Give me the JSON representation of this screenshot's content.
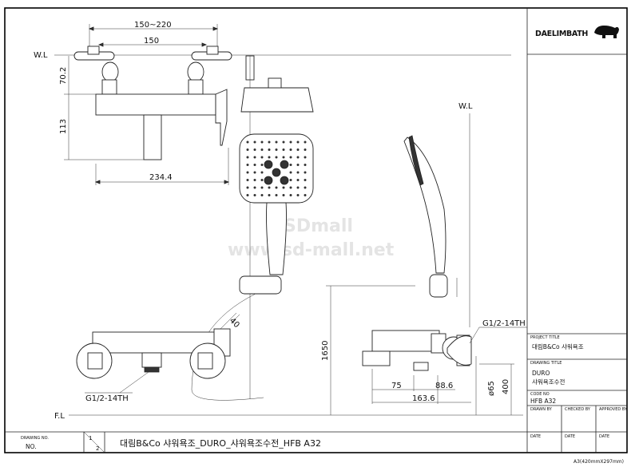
{
  "brand": {
    "logo_text": "DAELIMBATH"
  },
  "watermark": {
    "line1": "SDmall",
    "line2": "www.sd-mall.net"
  },
  "labels": {
    "wl_left": "W.L",
    "wl_right": "W.L",
    "fl": "F.L",
    "thread_left": "G1/2-14TH",
    "thread_right": "G1/2-14TH"
  },
  "dimensions": {
    "spacing_range": "150~220",
    "spacing": "150",
    "height_top": "70.2",
    "height_body": "113",
    "width_body": "234.4",
    "angle_dim": "40",
    "height_floor": "1650",
    "depth_75": "75",
    "depth_88": "88.6",
    "depth_total": "163.6",
    "dia_65": "ø65",
    "height_400": "400"
  },
  "title_block": {
    "project_title_label": "PROJECT TITLE",
    "project_title": "대림B&Co 샤워욕조",
    "drawing_title_label": "DRAWING TITLE",
    "drawing_title_line1": "DURO",
    "drawing_title_line2": "샤워욕조수전",
    "code_no_label": "CODE NO",
    "code_no": "HFB A32",
    "drawn_by": "DRAWN BY",
    "checked_by": "CHECKED BY",
    "approved_by": "APPROVED BY",
    "date1": "DATE",
    "date2": "DATE",
    "date3": "DATE"
  },
  "bottom_bar": {
    "drawing_no_label": "DRAWING NO.",
    "drawing_no": "NO.",
    "scale_top": "1",
    "scale_bottom": "2",
    "title": "대림B&Co 샤워욕조_DURO_샤워욕조수전_HFB A32"
  },
  "paper_size": "A3(420mmX297mm)"
}
